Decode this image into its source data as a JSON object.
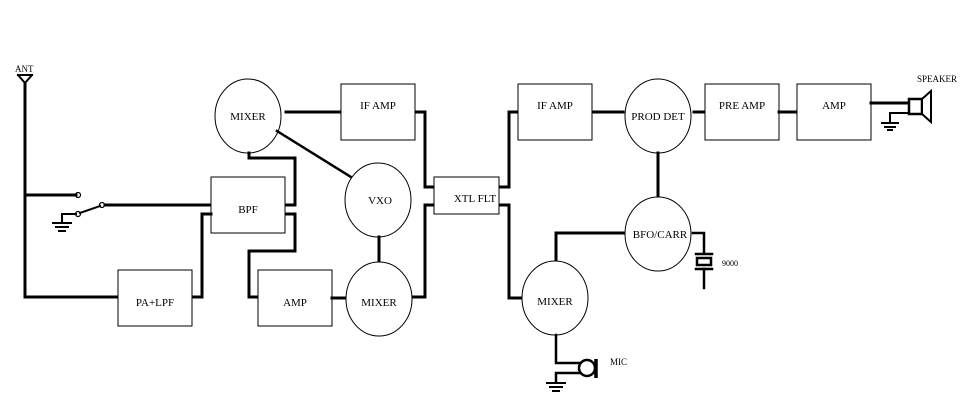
{
  "diagram": {
    "title": "",
    "blocks": {
      "mixer_tx": "MIXER",
      "if_amp_1": "IF AMP",
      "bpf": "BPF",
      "vxo": "VXO",
      "xtl_flt": "XTL FLT",
      "pa_lpf": "PA+LPF",
      "amp_tx": "AMP",
      "mixer_rx": "MIXER",
      "if_amp_2": "IF AMP",
      "prod_det": "PROD DET",
      "pre_amp": "PRE AMP",
      "amp_audio": "AMP",
      "bfo_carr": "BFO/CARR",
      "mixer_mic": "MIXER"
    },
    "labels": {
      "antenna": "ANT",
      "speaker": "SPEAKER",
      "mic": "MIC",
      "crystal_freq": "9000"
    },
    "colors": {
      "line": "#000000",
      "background": "#ffffff"
    }
  }
}
